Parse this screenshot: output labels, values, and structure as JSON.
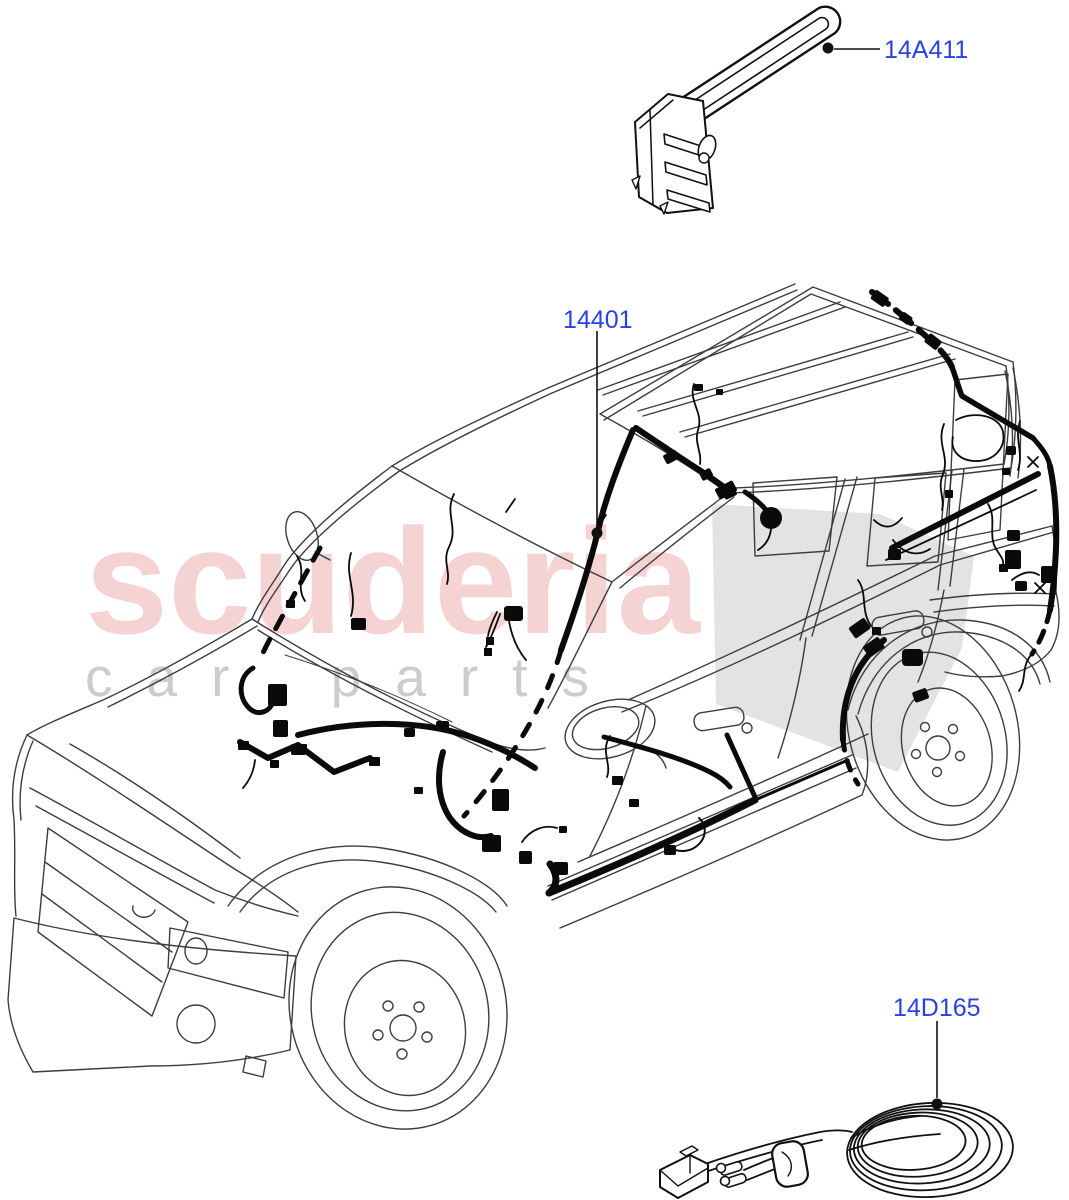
{
  "page": {
    "type": "parts-catalog-diagram",
    "background": "#ffffff"
  },
  "watermark": {
    "brand": "scuderia",
    "tagline": "car parts",
    "brand_color": "#f6d3d3",
    "tagline_color": "#cccccc",
    "checker_color": "#d9d9d9"
  },
  "diagram": {
    "subject": "SUV front three-quarter line illustration with cabin wiring harness",
    "label_color": "#2a42e2",
    "body_line_color": "#3d3d3d",
    "harness_color": "#0a0a0a",
    "callouts": [
      {
        "part_number": "14401"
      },
      {
        "part_number": "14A411"
      },
      {
        "part_number": "14D165"
      }
    ]
  }
}
